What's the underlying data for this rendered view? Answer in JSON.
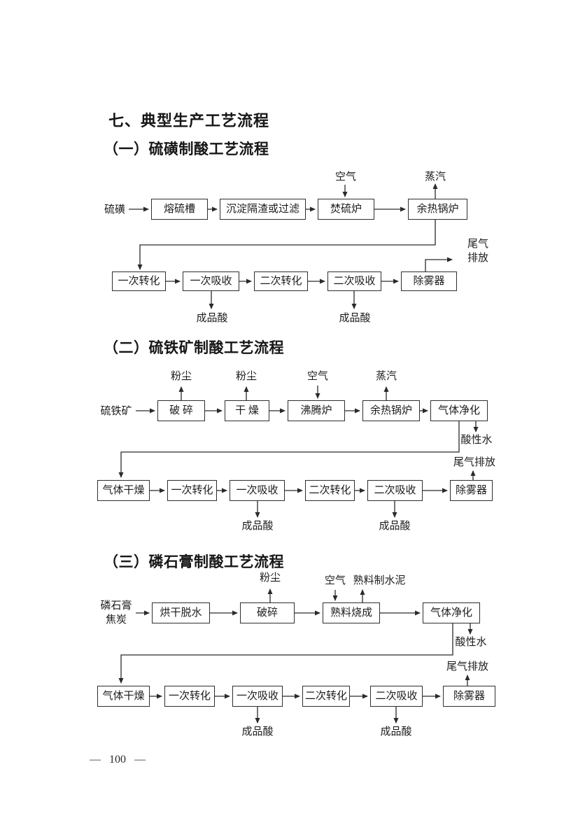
{
  "colors": {
    "ink": "#1c1c1c",
    "background": "#ffffff"
  },
  "page": {
    "title": "七、典型生产工艺流程",
    "number": "— 100 —"
  },
  "s1": {
    "heading": "（一）硫磺制酸工艺流程",
    "input": "硫磺",
    "air": "空气",
    "steam": "蒸汽",
    "row1": [
      "熔硫槽",
      "沉淀隔渣或过滤",
      "焚硫炉",
      "余热锅炉"
    ],
    "row2": [
      "一次转化",
      "一次吸收",
      "二次转化",
      "二次吸收",
      "除雾器"
    ],
    "acid1": "成品酸",
    "acid2": "成品酸",
    "tail_gas": "尾气\n排放"
  },
  "s2": {
    "heading": "（二）硫铁矿制酸工艺流程",
    "input": "硫铁矿",
    "dust1": "粉尘",
    "dust2": "粉尘",
    "air": "空气",
    "steam": "蒸汽",
    "row1": [
      "破 碎",
      "干 燥",
      "沸腾炉",
      "余热锅炉",
      "气体净化"
    ],
    "acid_water": "酸性水",
    "row2": [
      "气体干燥",
      "一次转化",
      "一次吸收",
      "二次转化",
      "二次吸收",
      "除雾器"
    ],
    "acid1": "成品酸",
    "acid2": "成品酸",
    "tail_gas": "尾气排放"
  },
  "s3": {
    "heading": "（三）磷石膏制酸工艺流程",
    "input": "磷石膏\n焦炭",
    "dust": "粉尘",
    "air": "空气",
    "clinker": "熟料制水泥",
    "row1": [
      "烘干脱水",
      "破碎",
      "熟料烧成",
      "气体净化"
    ],
    "acid_water": "酸性水",
    "row2": [
      "气体干燥",
      "一次转化",
      "一次吸收",
      "二次转化",
      "二次吸收",
      "除雾器"
    ],
    "acid1": "成品酸",
    "acid2": "成品酸",
    "tail_gas": "尾气排放"
  }
}
